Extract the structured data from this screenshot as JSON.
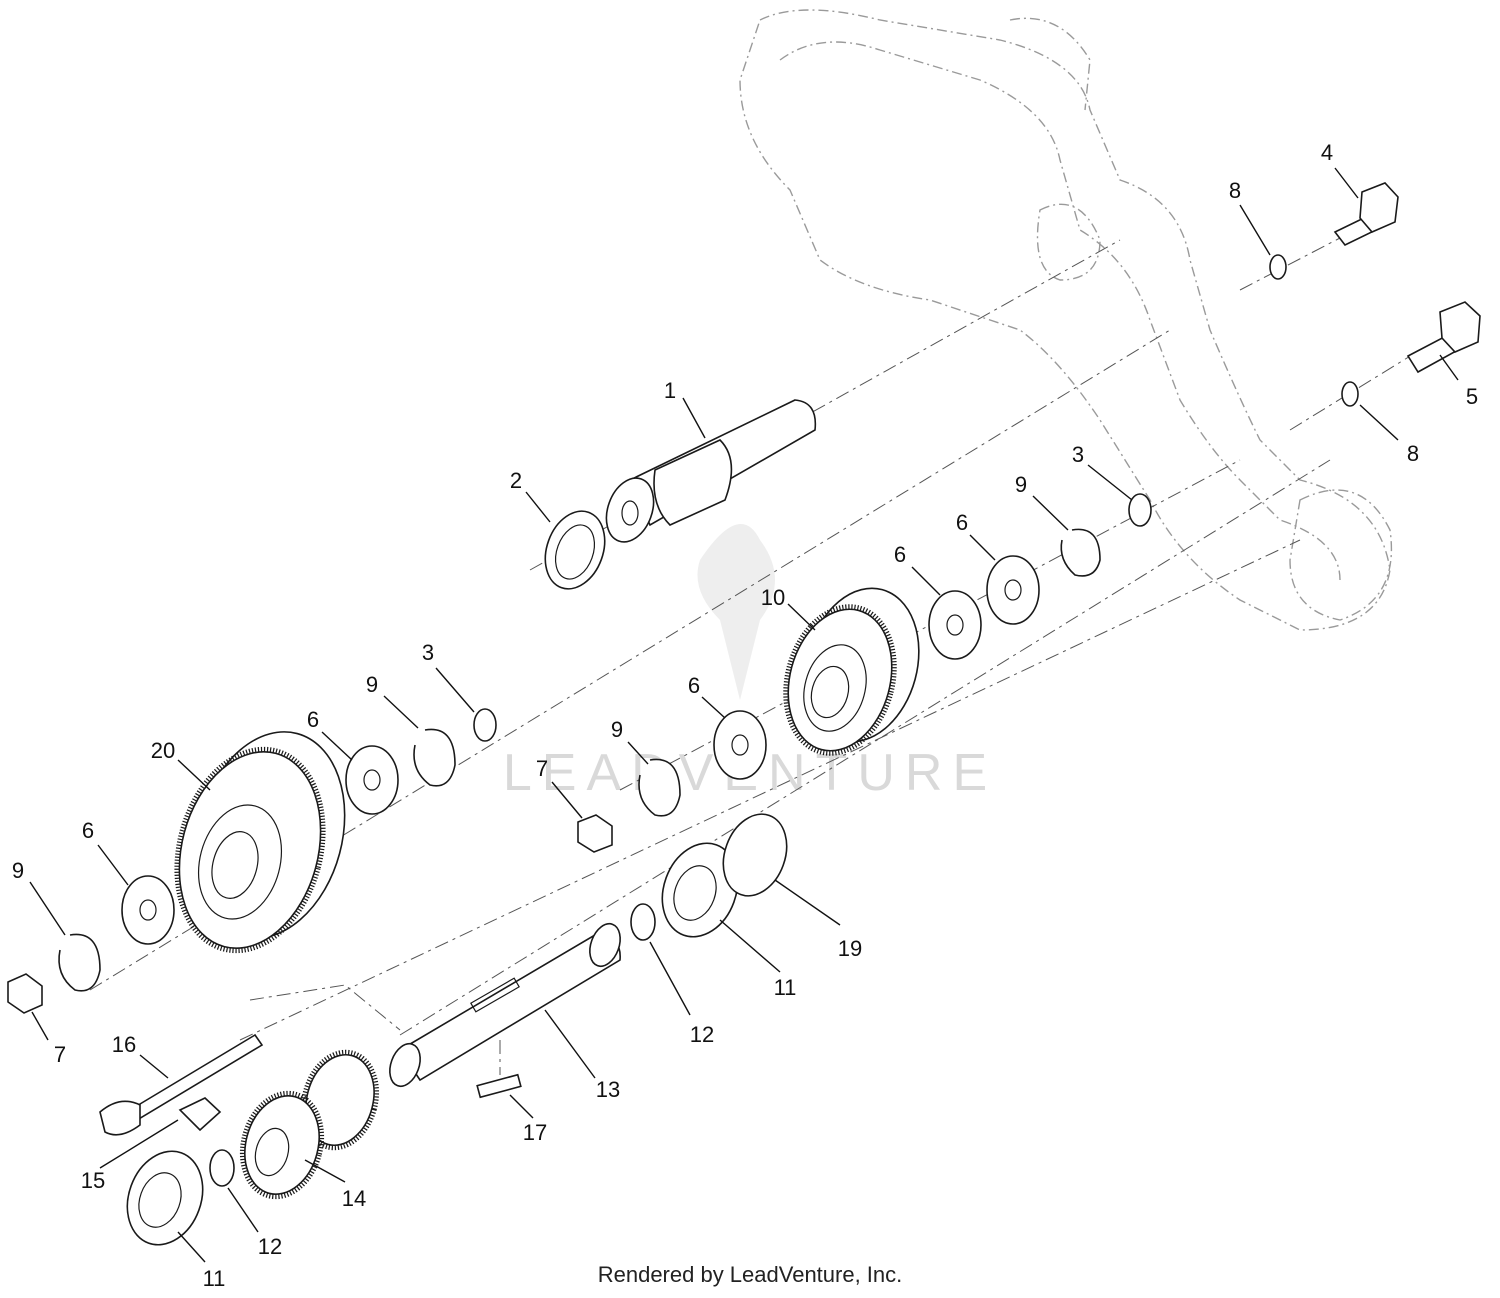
{
  "footer_text": "Rendered by LeadVenture, Inc.",
  "watermark_text": "LEADVENTURE",
  "callouts": [
    {
      "id": "c1",
      "text": "1"
    },
    {
      "id": "c2",
      "text": "2"
    },
    {
      "id": "c3a",
      "text": "3"
    },
    {
      "id": "c3b",
      "text": "3"
    },
    {
      "id": "c4",
      "text": "4"
    },
    {
      "id": "c5",
      "text": "5"
    },
    {
      "id": "c6a",
      "text": "6"
    },
    {
      "id": "c6b",
      "text": "6"
    },
    {
      "id": "c6c",
      "text": "6"
    },
    {
      "id": "c6d",
      "text": "6"
    },
    {
      "id": "c6e",
      "text": "6"
    },
    {
      "id": "c7a",
      "text": "7"
    },
    {
      "id": "c7b",
      "text": "7"
    },
    {
      "id": "c8a",
      "text": "8"
    },
    {
      "id": "c8b",
      "text": "8"
    },
    {
      "id": "c9a",
      "text": "9"
    },
    {
      "id": "c9b",
      "text": "9"
    },
    {
      "id": "c9c",
      "text": "9"
    },
    {
      "id": "c9d",
      "text": "9"
    },
    {
      "id": "c10",
      "text": "10"
    },
    {
      "id": "c11a",
      "text": "11"
    },
    {
      "id": "c11b",
      "text": "11"
    },
    {
      "id": "c12a",
      "text": "12"
    },
    {
      "id": "c12b",
      "text": "12"
    },
    {
      "id": "c13",
      "text": "13"
    },
    {
      "id": "c14",
      "text": "14"
    },
    {
      "id": "c15",
      "text": "15"
    },
    {
      "id": "c16",
      "text": "16"
    },
    {
      "id": "c17",
      "text": "17"
    },
    {
      "id": "c19",
      "text": "19"
    },
    {
      "id": "c20",
      "text": "20"
    }
  ]
}
